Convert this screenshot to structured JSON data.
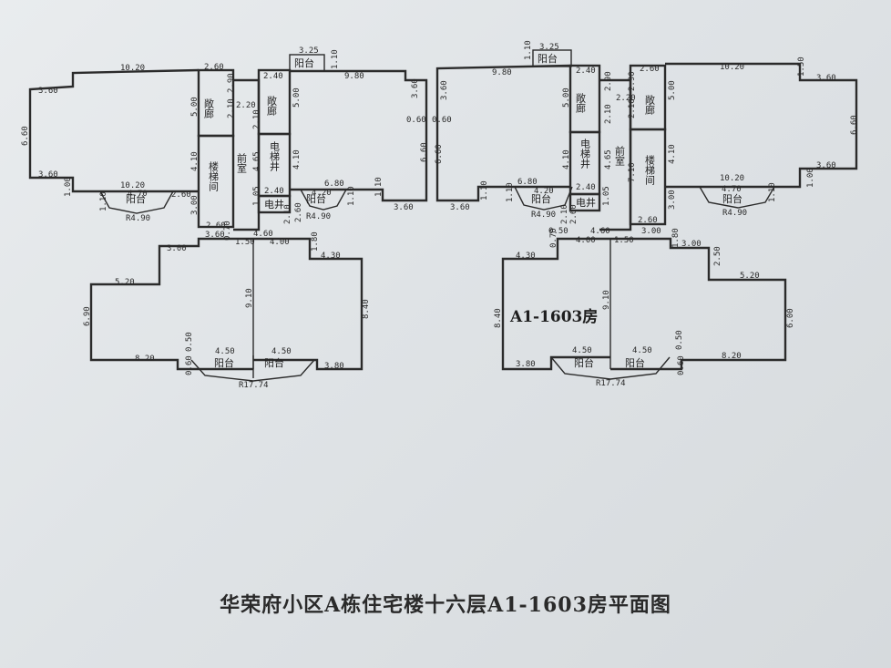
{
  "title": "华荣府小区A栋住宅楼十六层A1-1603房平面图",
  "unit_label": "A1-1603房",
  "rooms": {
    "balcony": "阳台",
    "corridor": "敞廊",
    "stair": "楼梯间",
    "lobby": "前室",
    "elevator": "电梯井",
    "elec_shaft": "电井"
  },
  "radius_small": "R4.90",
  "radius_large": "R17.74",
  "dims": {
    "d1020": "10.20",
    "d260": "2.60",
    "d360": "3.60",
    "d660": "6.60",
    "d325": "3.25",
    "d110": "1.10",
    "d240": "2.40",
    "d980": "9.80",
    "d290": "2.90",
    "d220": "2.20",
    "d210": "2.10",
    "d500": "5.00",
    "d060": "0.60",
    "d150": "1.50",
    "d410": "4.10",
    "d465": "4.65",
    "d470": "4.70",
    "d680": "6.80",
    "d420": "4.20",
    "d300": "3.00",
    "d105": "1.05",
    "d100": "1.00",
    "d070": "0.70",
    "d460": "4.60",
    "d400": "4.00",
    "d180": "1.80",
    "d430": "4.30",
    "d520": "5.20",
    "d250": "2.50",
    "d690": "6.90",
    "d910": "9.10",
    "d840": "8.40",
    "d820": "8.20",
    "d600": "6.00",
    "d450": "4.50",
    "d050": "0.50",
    "d380": "3.80",
    "d710": "7.10"
  }
}
